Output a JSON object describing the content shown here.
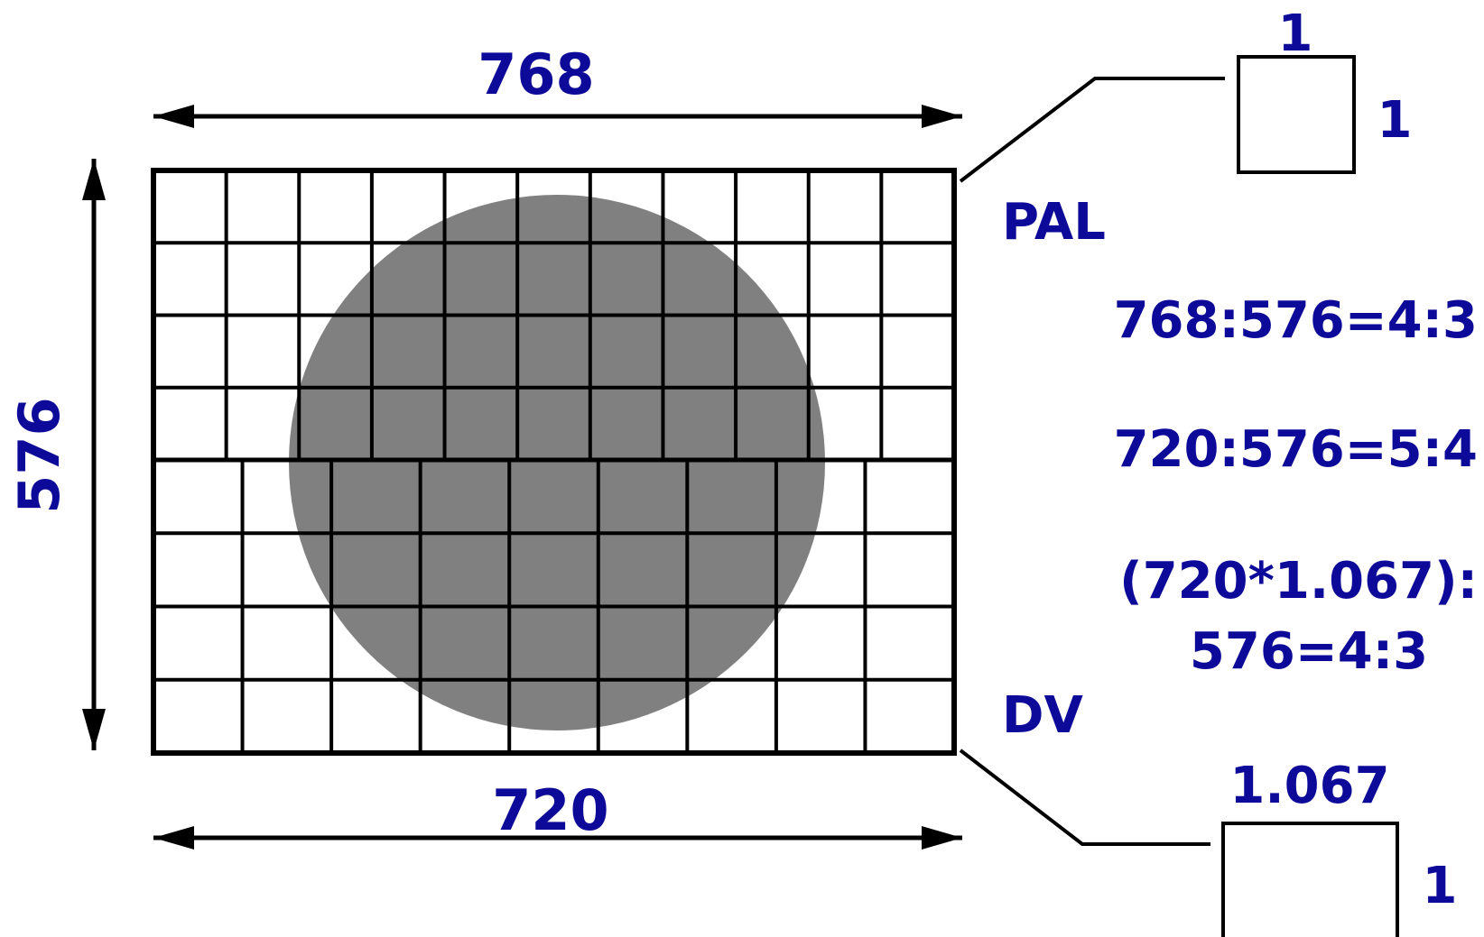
{
  "labels": {
    "top_width": "768",
    "bottom_width": "720",
    "height": "576",
    "pal": "PAL",
    "dv": "DV",
    "pal_pixel_width": "1",
    "pal_pixel_height": "1",
    "dv_pixel_width": "1.067",
    "dv_pixel_height": "1",
    "eq1": "768:576=4:3",
    "eq2": "720:576=5:4",
    "eq3_line1": "(720*1.067):",
    "eq3_line2": "576=4:3"
  },
  "colors": {
    "text": "#0e0a99",
    "circle": "#808080",
    "lines": "#000000"
  },
  "grid": {
    "pal_columns": 11,
    "pal_rows": 4,
    "dv_columns": 9,
    "dv_rows": 4
  }
}
